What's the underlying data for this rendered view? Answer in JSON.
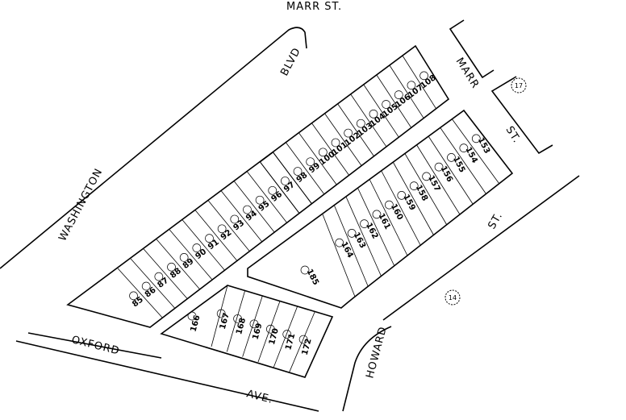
{
  "map": {
    "highlight_color": "#f7d774",
    "highlighted_lot": "97",
    "streets": {
      "marr_top": "MARR ST.",
      "blvd": "BLVD",
      "washington": "WASHINGTON",
      "marr_right": "MARR",
      "st_right": "ST.",
      "st_middle": "ST.",
      "oxford": "OXFORD",
      "ave": "AVE.",
      "howard": "HOWARD"
    },
    "parcel_circles": [
      "17",
      "14"
    ],
    "block_north_lots": [
      "85",
      "86",
      "87",
      "88",
      "89",
      "90",
      "91",
      "92",
      "93",
      "94",
      "95",
      "96",
      "97",
      "98",
      "99",
      "100",
      "101",
      "102",
      "103",
      "104",
      "105",
      "106",
      "107",
      "108"
    ],
    "block_middle_lots": [
      "164",
      "163",
      "162",
      "161",
      "160",
      "159",
      "158",
      "157",
      "156",
      "155",
      "154",
      "153"
    ],
    "block_middle_large_lot": "185",
    "block_south_lots": [
      "166",
      "167",
      "168",
      "169",
      "170",
      "171",
      "172"
    ]
  }
}
